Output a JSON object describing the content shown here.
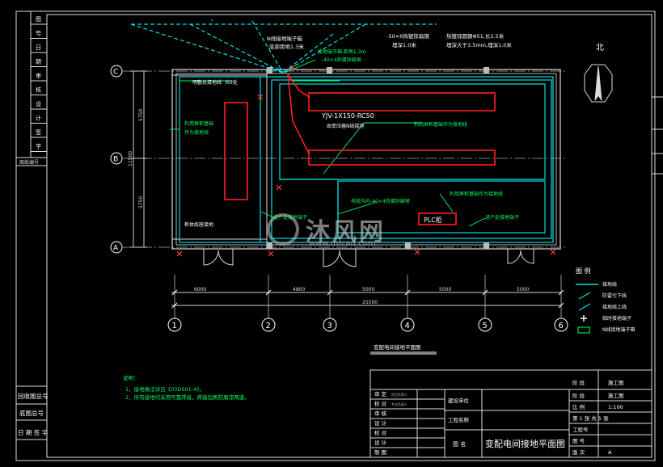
{
  "left_strip": {
    "cells": [
      "图",
      "号",
      "日",
      "期",
      "审",
      "核",
      "设",
      "计",
      "签",
      "字"
    ],
    "mid_label": "图纸编号",
    "recall_no": "回收图总号",
    "base_no": "底图总号",
    "date_sign": "日 期 签 字"
  },
  "right_strip": {
    "cells": [
      "",
      "",
      ""
    ]
  },
  "plan": {
    "grid_rows": [
      "C",
      "B",
      "A"
    ],
    "grid_cols": [
      "1",
      "2",
      "3",
      "4",
      "5",
      "6"
    ],
    "col_dims": [
      "6000",
      "4800",
      "5000",
      "5000",
      "5000"
    ],
    "total_dim": "25500",
    "row_dims": [
      "5750",
      "5750"
    ],
    "row_total": "11500",
    "north_label": "北",
    "title": "变配电间接地平面图",
    "plc_label": "PLC柜",
    "notes_title": "说明：",
    "notes": [
      "1、接地做法详见《03D501-4》。",
      "2、所有接地均采用可靠焊接，焊接后刷防腐漆两道。"
    ]
  },
  "annotations": {
    "a1": "N线接地端子箱",
    "a2": "底部距地1.3米",
    "a3": "-50×6热镀锌扁钢",
    "a4": "埋深1.0米",
    "a5": "热镀锌圆钢Φ51,长2.5米",
    "a6": "埋深大于3.5mm,埋深1.0米",
    "a7": "接地端子箱,距地1.3m",
    "a8": "-40×4热镀锌扁钢",
    "a9": "明敷总接地线",
    "a10": "共5处",
    "a11": "YJV-1X150-RC50",
    "a12": "由变压器N线接地",
    "a13": "利用屏柜基础作为接地线",
    "a14": "利用屏柜基础",
    "a15": "作为接地线",
    "a16": "电缆沟内-40×4热镀锌扁钢",
    "a17": "利用屏柜基础作为接地线",
    "a18": "进户处接地端子",
    "a19": "进户处接地端子",
    "a20": "柜体底座接地"
  },
  "legend": {
    "title": "图 例",
    "items": [
      "接地线",
      "防雷引下线",
      "接地线上线",
      "临时接地端子",
      "N线接地端子箱"
    ]
  },
  "title_block": {
    "row_labels": [
      "审 定",
      "校 对",
      "审 核",
      "设 计",
      "校 对",
      "设 计",
      "制 图"
    ],
    "row_sub": [
      "项目负责人",
      "专业负责人",
      "",
      "",
      "",
      "",
      ""
    ],
    "unit_label": "建设单位",
    "project_label": "工程名称",
    "drawing_label": "图 名",
    "drawing_name": "变配电间接地平面图",
    "stage_label": "阶 段",
    "stage_value": "施工图",
    "scale_label": "比 例",
    "scale_value": "1:100",
    "sheet_text": "第 1 张 共 1 张",
    "proj_no": "工程号",
    "drawing_no": "图 号",
    "version_label": "版 次",
    "version_value": "A"
  },
  "watermark": {
    "text": "沐风网",
    "url": "www.mfcad.com"
  },
  "colors": {
    "grid": "#ffffff",
    "ground": "#00e0e0",
    "equip": "#ff2020",
    "note": "#00ff66",
    "text": "#ffffff",
    "dim": "#cfcfcf"
  }
}
